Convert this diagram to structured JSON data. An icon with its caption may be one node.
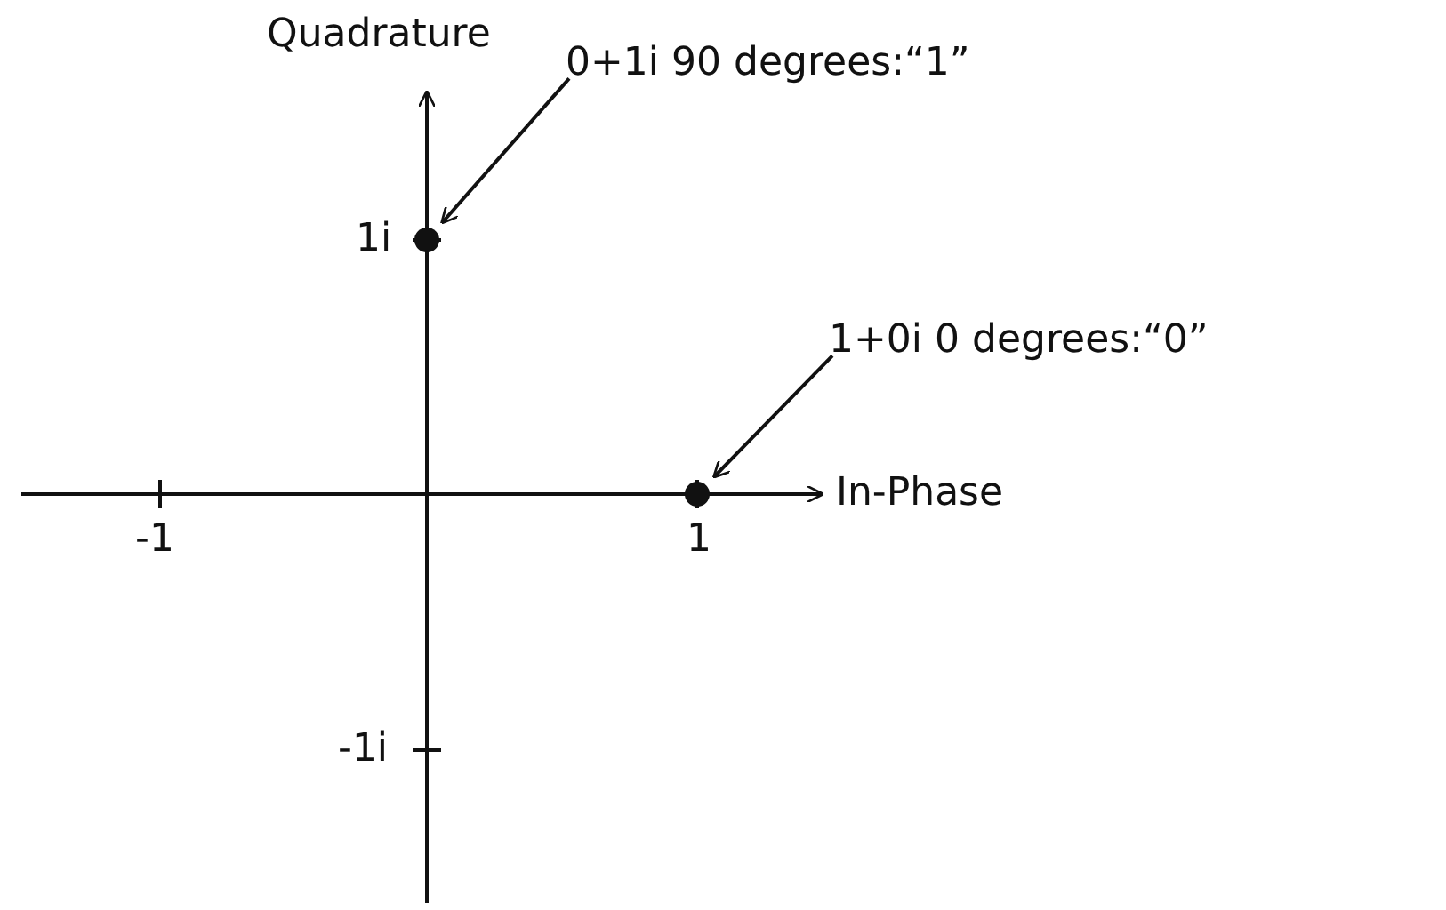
{
  "diagram": {
    "nodes": [
      {
        "text": [
          "0+1i 90 degrees:“1”"
        ]
      },
      {
        "text": [],
        "shape": "circle"
      },
      {
        "text": [
          "1+0i 0 degrees:“0”"
        ]
      },
      {
        "text": [],
        "shape": "circle"
      }
    ],
    "edges": [
      {
        "from": 0,
        "to": 1,
        "arrow": "to"
      },
      {
        "from": 2,
        "to": 3,
        "arrow": "to"
      }
    ],
    "labels": [
      "Quadrature",
      "1i",
      "-1",
      "1",
      "In-Phase",
      "-1i"
    ]
  }
}
